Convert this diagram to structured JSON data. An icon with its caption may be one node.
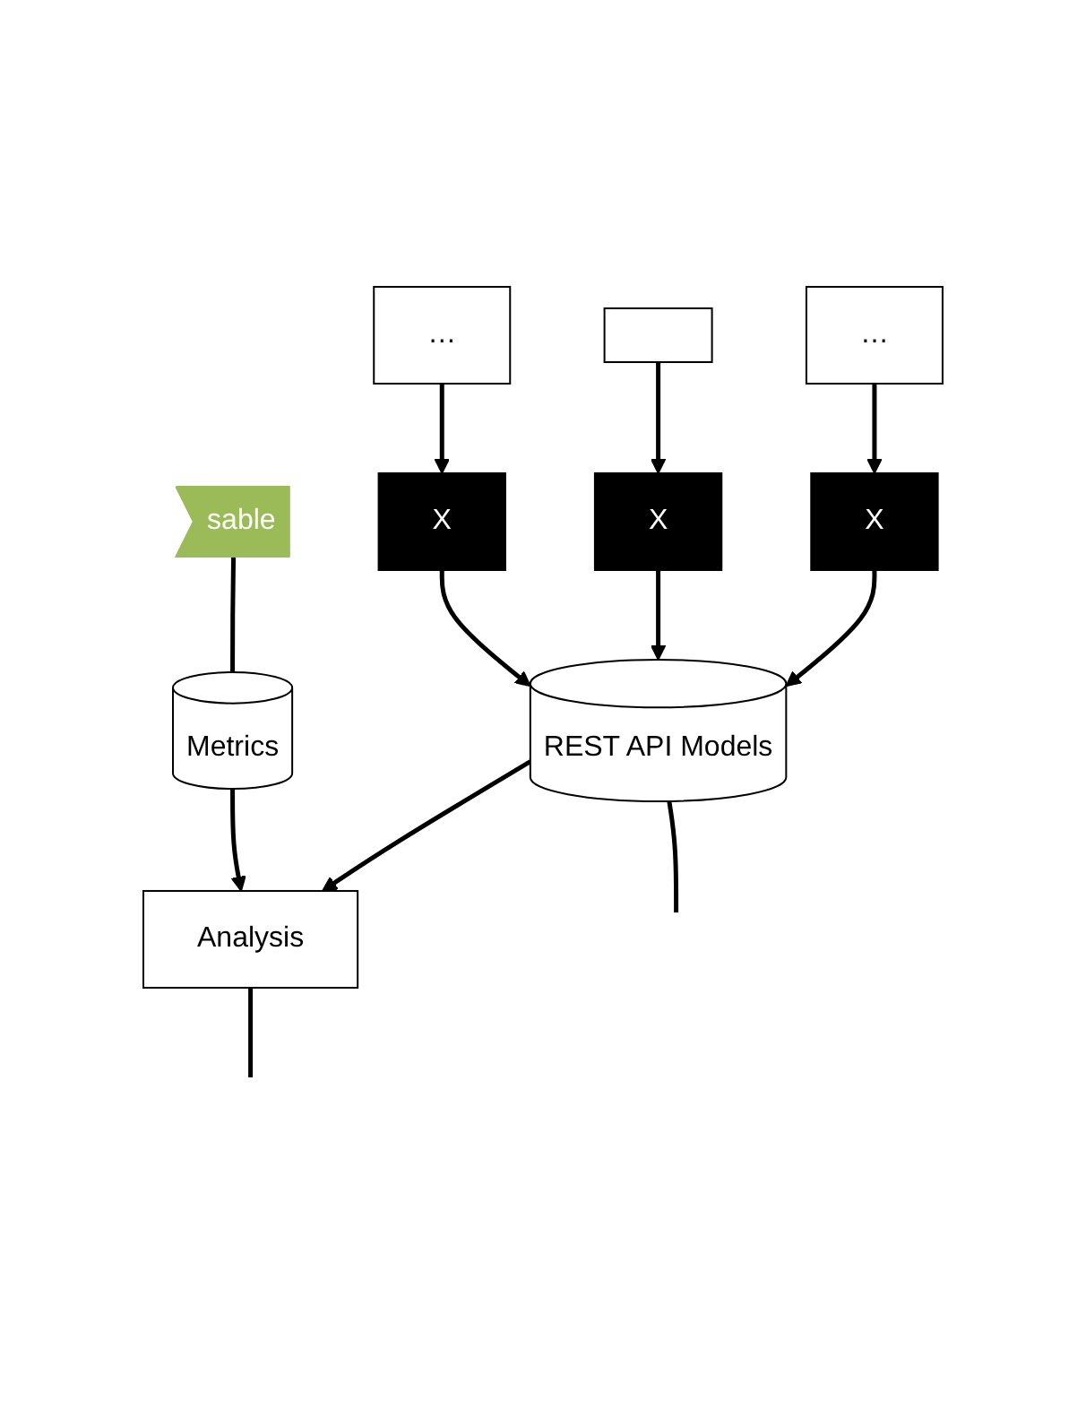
{
  "diagram": {
    "nodes": [
      {
        "text": [
          "…"
        ]
      },
      {
        "text": [],
        "shape": "box"
      },
      {
        "text": [
          "…"
        ]
      },
      {
        "text": [
          "X"
        ]
      },
      {
        "text": [
          "X"
        ]
      },
      {
        "text": [
          "X"
        ]
      },
      {
        "text": [
          "REST API Models"
        ]
      },
      {
        "text": [
          "Analysis"
        ]
      },
      {
        "text": [
          "Metrics"
        ]
      },
      {
        "text": [
          "sable"
        ]
      }
    ],
    "edges": [
      {
        "from": 0,
        "to": 3,
        "arrow": "to"
      },
      {
        "from": 1,
        "to": 4,
        "arrow": "to"
      },
      {
        "from": 2,
        "to": 5,
        "arrow": "to"
      },
      {
        "from": 3,
        "to": 6,
        "arrow": "to"
      },
      {
        "from": 4,
        "to": 6,
        "arrow": "to"
      },
      {
        "from": 5,
        "to": 6,
        "arrow": "to"
      },
      {
        "from": 6,
        "to": 7,
        "arrow": "to"
      },
      {
        "from": 8,
        "to": 7,
        "arrow": "to"
      },
      {
        "from": 6,
        "to": null,
        "arrow": "none"
      },
      {
        "from": 7,
        "to": null,
        "arrow": "none"
      },
      {
        "from": 9,
        "to": 8,
        "arrow": "none"
      }
    ]
  }
}
